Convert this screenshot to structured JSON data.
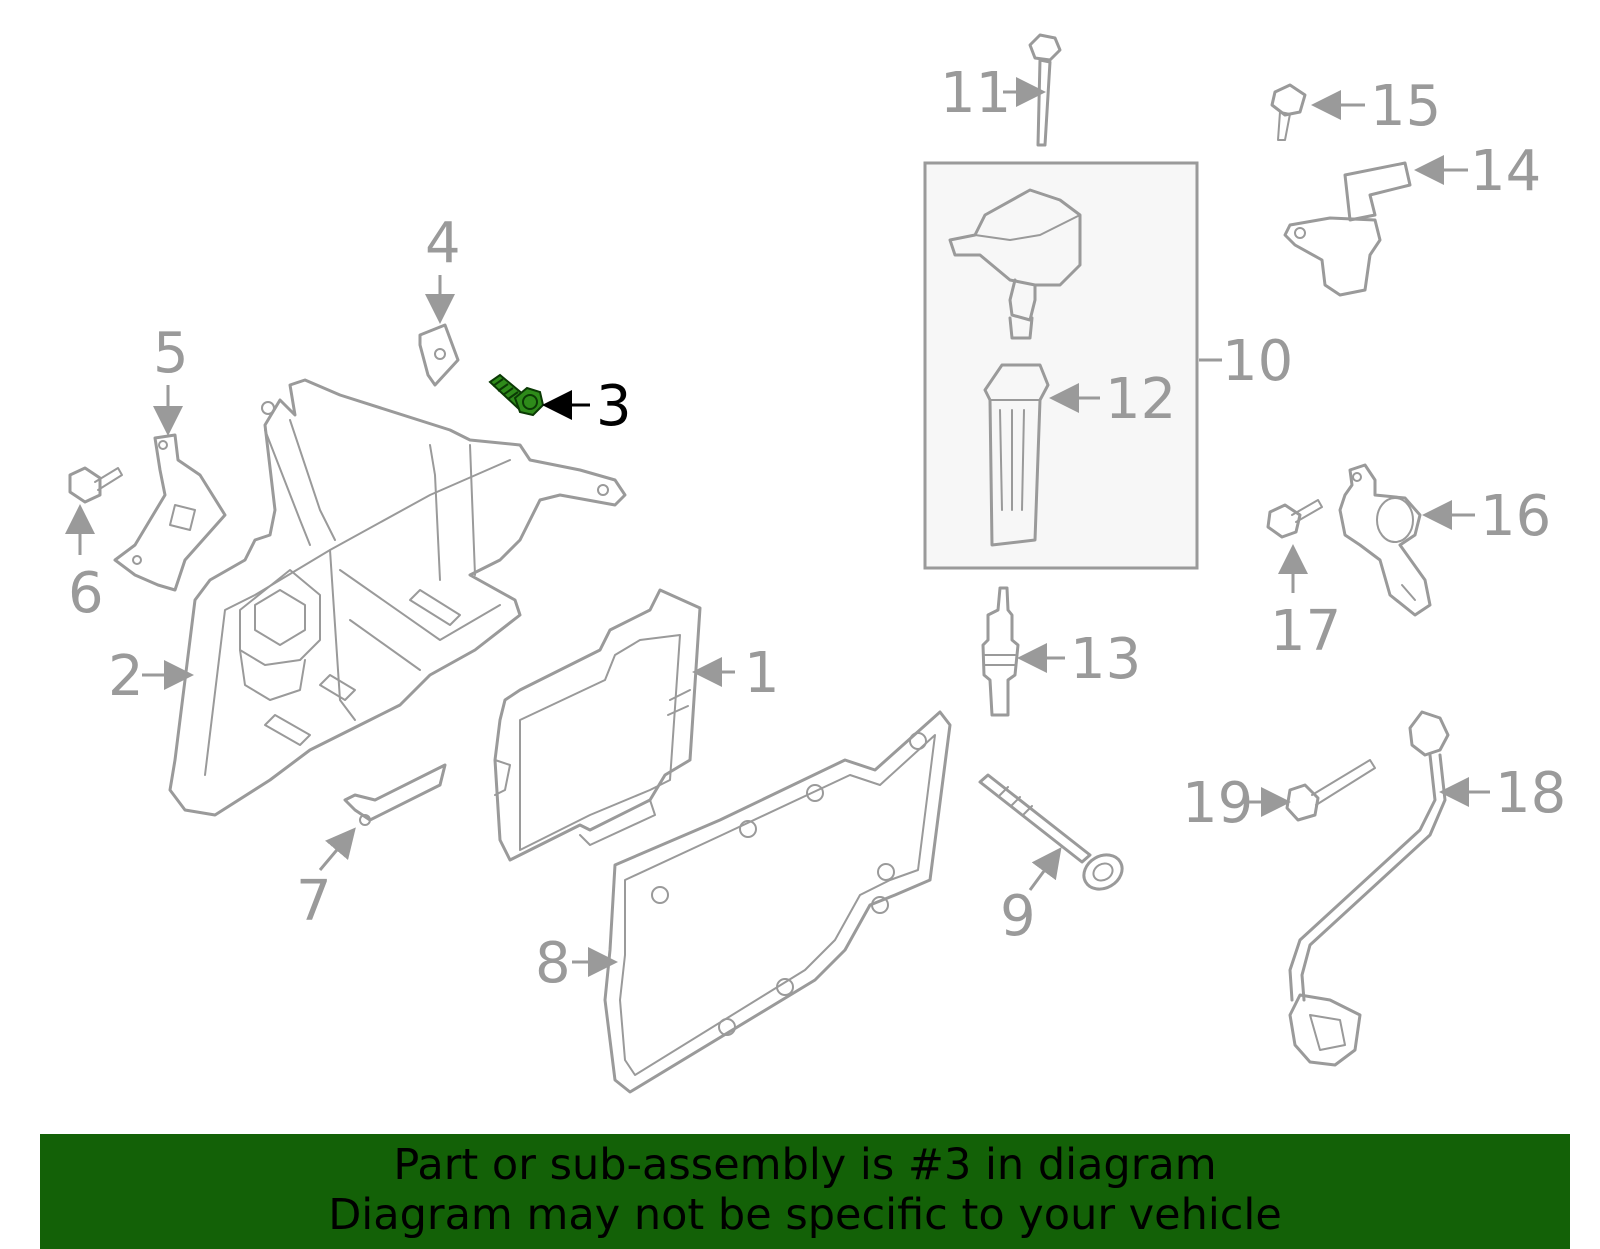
{
  "callouts": {
    "c1": "1",
    "c2": "2",
    "c3": "3",
    "c4": "4",
    "c5": "5",
    "c6": "6",
    "c7": "7",
    "c8": "8",
    "c9": "9",
    "c10": "10",
    "c11": "11",
    "c12": "12",
    "c13": "13",
    "c14": "14",
    "c15": "15",
    "c16": "16",
    "c17": "17",
    "c18": "18",
    "c19": "19"
  },
  "highlight": {
    "part": "3",
    "color": "#2e8b1a"
  },
  "banner": {
    "line1": "Part or sub-assembly is #3 in diagram",
    "line2": "Diagram may not be specific to your vehicle",
    "background": "#136107"
  }
}
